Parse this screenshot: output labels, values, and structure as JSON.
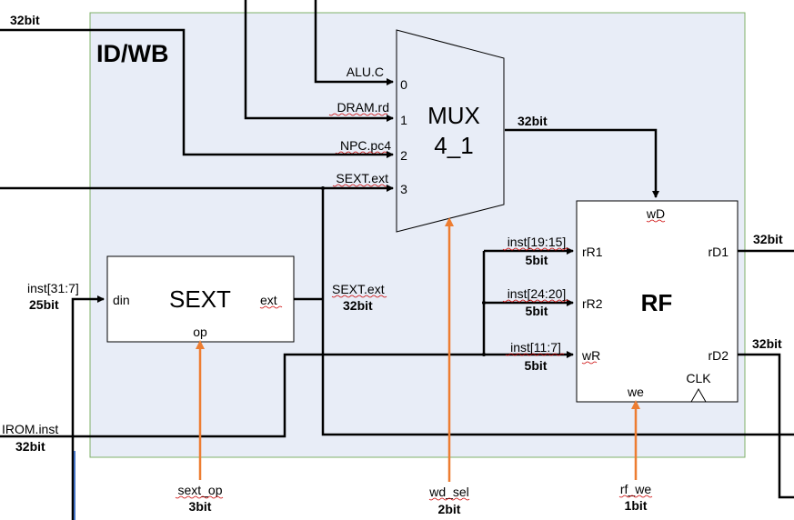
{
  "colors": {
    "stage_fill": "#e8edf7",
    "stage_border": "#7fb06a",
    "wire": "#000000",
    "control": "#ed7d31",
    "blue_wire": "#4472c4",
    "box_fill": "#ffffff",
    "squiggle": "#cc0000"
  },
  "stage_title": "ID/WB",
  "mux": {
    "line1": "MUX",
    "line2": "4_1",
    "inputs": [
      {
        "port": "0",
        "signal": "ALU.C"
      },
      {
        "port": "1",
        "signal": "DRAM.rd"
      },
      {
        "port": "2",
        "signal": "NPC.pc4"
      },
      {
        "port": "3",
        "signal": "SEXT.ext"
      }
    ],
    "output_width": "32bit",
    "select": {
      "name": "wd_sel",
      "width": "2bit"
    }
  },
  "sext": {
    "name": "SEXT",
    "port_in": "din",
    "port_out": "ext",
    "port_op": "op",
    "input_label": "inst[31:7]",
    "input_width": "25bit",
    "output_label": "SEXT.ext",
    "output_width": "32bit",
    "control": {
      "name": "sext_op",
      "width": "3bit"
    }
  },
  "rf": {
    "name": "RF",
    "port_wd": "wD",
    "port_r1": "rR1",
    "port_r2": "rR2",
    "port_w": "wR",
    "port_d1": "rD1",
    "port_d2": "rD2",
    "port_we": "we",
    "port_clk": "CLK",
    "r1_label": "inst[19:15]",
    "r1_width": "5bit",
    "r2_label": "inst[24:20]",
    "r2_width": "5bit",
    "w_label": "inst[11:7]",
    "w_width": "5bit",
    "d1_width": "32bit",
    "d2_width": "32bit",
    "control": {
      "name": "rf_we",
      "width": "1bit"
    }
  },
  "left_top_width": "32bit",
  "irom": {
    "label": "IROM.inst",
    "width": "32bit"
  }
}
